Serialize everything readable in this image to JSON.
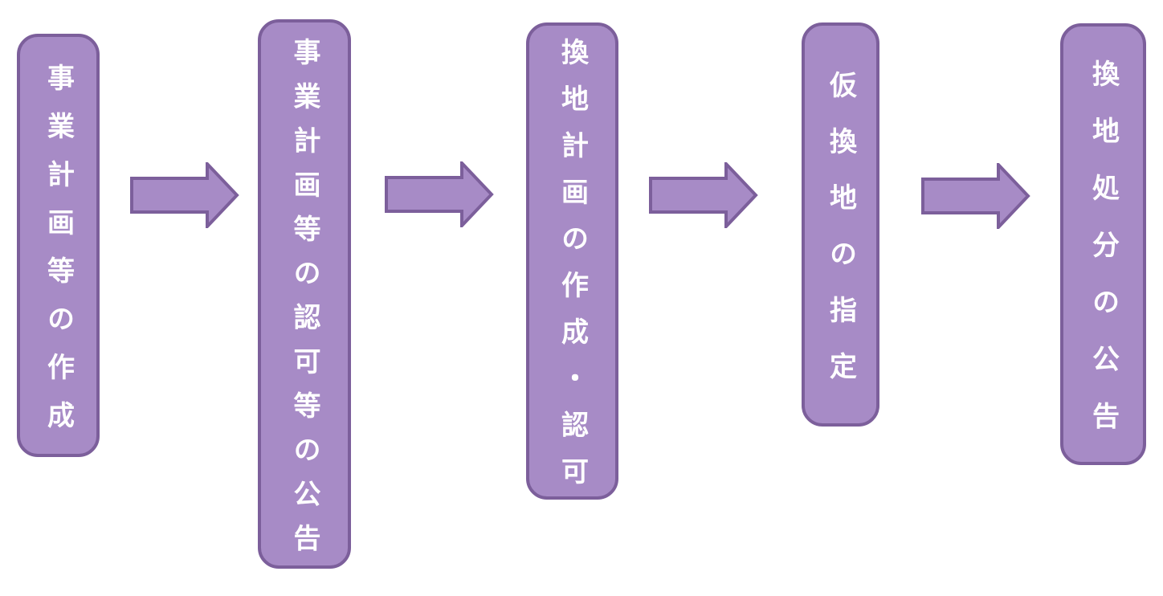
{
  "diagram": {
    "type": "horizontal-flowchart",
    "steps": [
      {
        "label": "事業計画等の作成"
      },
      {
        "label": "事業計画等の認可等の公告"
      },
      {
        "label": "換地計画の作成・認可"
      },
      {
        "label": "仮換地の指定"
      },
      {
        "label": "換地処分の公告"
      }
    ],
    "connector": "block-arrow-right",
    "connector_count": 4
  },
  "colors": {
    "box_fill": "#A78BC6",
    "box_border": "#7C5F9B",
    "arrow_fill": "#A78BC6",
    "arrow_border": "#7C5F9B",
    "label_text": "#FFFFFF",
    "background": "#FFFFFF"
  }
}
